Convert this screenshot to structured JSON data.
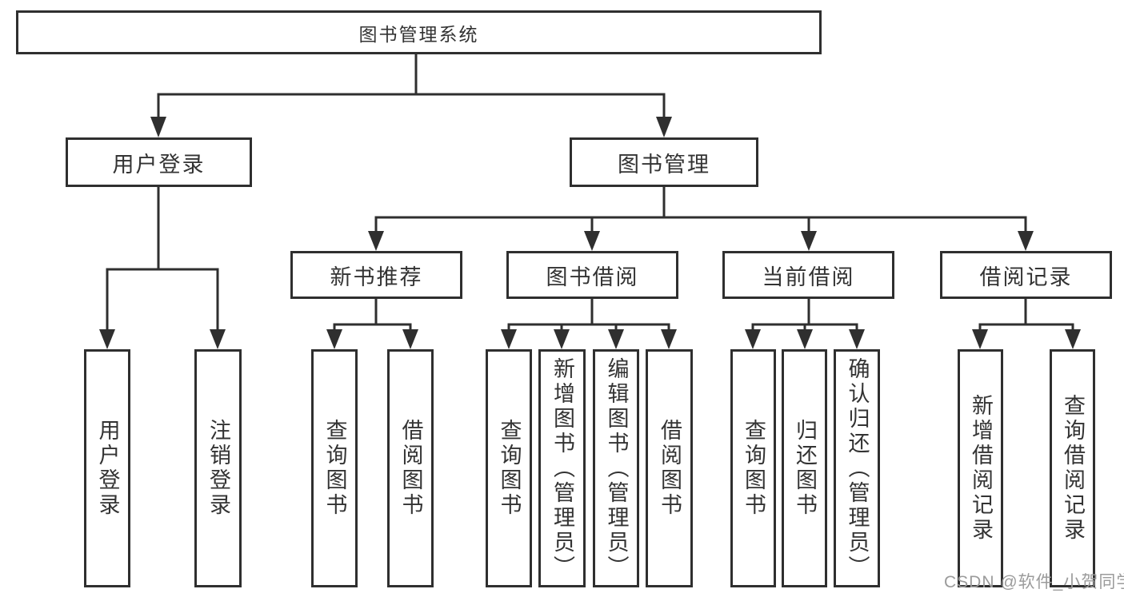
{
  "diagram": {
    "root": "图书管理系统",
    "level2": [
      "用户登录",
      "图书管理"
    ],
    "level3": [
      "新书推荐",
      "图书借阅",
      "当前借阅",
      "借阅记录"
    ],
    "leaves": {
      "user_login": [
        "用户登录",
        "注销登录"
      ],
      "new_book": [
        "查询图书",
        "借阅图书"
      ],
      "book_borrow": [
        "查询图书",
        "新增图书（管理员）",
        "编辑图书（管理员）",
        "借阅图书"
      ],
      "current_borrow": [
        "查询图书",
        "归还图书",
        "确认归还（管理员）"
      ],
      "borrow_record": [
        "新增借阅记录",
        "查询借阅记录"
      ]
    },
    "watermark": "CSDN @软件_小贺同学"
  },
  "colors": {
    "line": "#2f2f2f",
    "text": "#333333",
    "watermark": "#9b9b9b",
    "background": "#ffffff"
  }
}
